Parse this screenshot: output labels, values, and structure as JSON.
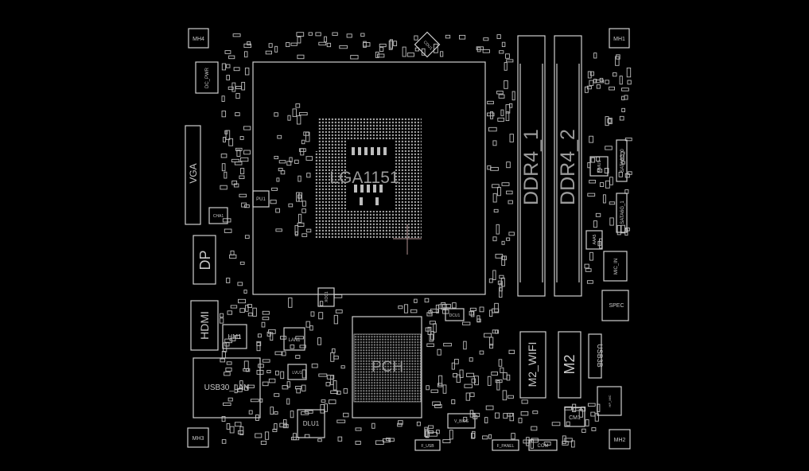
{
  "title": "Motherboard boardview",
  "colors": {
    "background": "#000000",
    "outline": "#cfcfcf",
    "label": "#c8c8c8",
    "large_label": "#9a9a9a"
  },
  "mounting_holes": [
    "MH4",
    "MH1",
    "MH3",
    "MH2"
  ],
  "components": {
    "cpu_socket": "LGA1151",
    "pch": "PCH",
    "dimm1": "DDR4_1",
    "dimm2": "DDR4_2",
    "dc_power": "DC_PWR",
    "vga": "VGA",
    "displayport": "DP",
    "hdmi": "HDMI",
    "hdmi_chip": "HM1",
    "usb_lan": "USB30_LAN",
    "lan_chip": "LAN1",
    "lvds_chip": "LVU1",
    "dl_chip": "DLU1",
    "xoc": "XOC1",
    "pu1": "PU1",
    "cha1": "CHA1",
    "cpu_clock": "CDU1",
    "m2_wifi": "M2_WIFI",
    "m2": "M2",
    "usb3": "USB3B",
    "spec": "SPEC",
    "mic_in": "MIC_IN",
    "sata0": "SATA6G_0",
    "sata1": "SATA6G_1",
    "mmu1": "MMU1",
    "aaa5": "AAA5",
    "cm1": "CM1",
    "hp_mic": "HP_MIC",
    "f_panel": "F_PANEL",
    "com": "COM",
    "f_usb": "F_USB",
    "v_bios": "V_BIOS",
    "dcu1": "DCU1"
  }
}
